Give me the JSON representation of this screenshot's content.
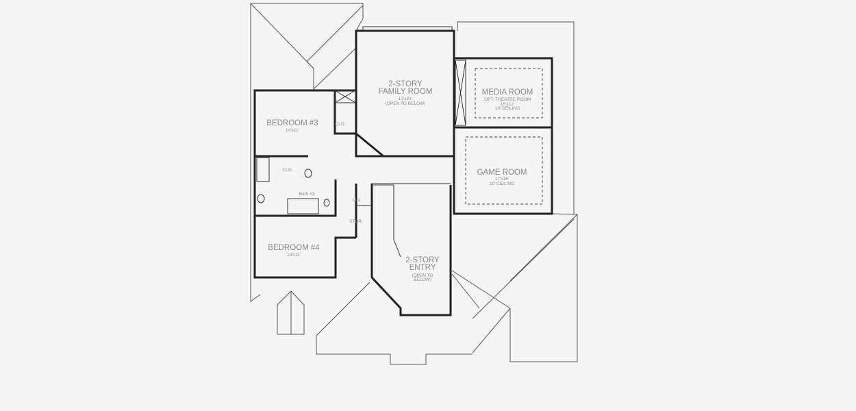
{
  "floor_plan": {
    "rooms": [
      {
        "name_lines": [
          "2-STORY",
          "FAMILY ROOM"
        ],
        "size": "17'x21'",
        "note": "(OPEN TO BELOW)"
      },
      {
        "name_lines": [
          "MEDIA ROOM"
        ],
        "subtitle": "OPT. THEATRE ROOM",
        "size": "15'x12'",
        "note": "10' CEILING"
      },
      {
        "name_lines": [
          "GAME ROOM"
        ],
        "size": "17'x15'",
        "note": "10' CEILING"
      },
      {
        "name_lines": [
          "BEDROOM #3"
        ],
        "size": "14'x11'"
      },
      {
        "name_lines": [
          "BEDROOM #4"
        ],
        "size": "14'x11'"
      },
      {
        "name_lines": [
          "2-STORY",
          "ENTRY"
        ],
        "note_lines": [
          "(OPEN TO",
          "BELOW)"
        ]
      }
    ],
    "small_labels": {
      "closet_1": "CLO.",
      "closet_2": "CLO.",
      "bath": "Bath #3",
      "linen": "LIN.",
      "storage": "STOR."
    }
  }
}
